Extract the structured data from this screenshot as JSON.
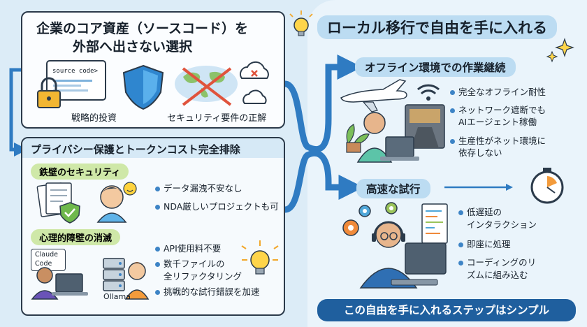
{
  "header": {
    "title": "ローカル移行で自由を手に入れる"
  },
  "core_assets": {
    "title_line1": "企業のコア資産（ソースコード）を",
    "title_line2": "外部へ出さない選択",
    "code_window_text": "source code>",
    "label_left": "戦略的投資",
    "label_right": "セキュリティ要件の正解"
  },
  "privacy": {
    "title": "プライバシー保護とトークンコスト完全排除",
    "security": {
      "label": "鉄壁のセキュリティ",
      "bullets": [
        "データ漏洩不安なし",
        "NDA厳しいプロジェクトも可"
      ]
    },
    "psych": {
      "label": "心理的障壁の消滅",
      "bullets": [
        "API使用料不要",
        "数千ファイルの",
        "全リファクタリング",
        "挑戦的な試行錯誤を加速"
      ],
      "tag_claude_1": "Claude",
      "tag_claude_2": "Code",
      "tag_ollama": "Ollama"
    }
  },
  "offline": {
    "title": "オフライン環境での作業継続",
    "bullets": [
      "完全なオフライン耐性",
      "ネットワーク遮断でも",
      "AIエージェント稼働",
      "生産性がネット環境に",
      "依存しない"
    ]
  },
  "rapid": {
    "title": "高速な試行",
    "bullets": [
      "低遅延の",
      "インタラクション",
      "即座に処理",
      "コーディングのリ",
      "ズムに組み込む"
    ]
  },
  "footer": {
    "text": "この自由を手に入れるステップはシンプル"
  },
  "colors": {
    "accent": "#3d84c6",
    "pill_blue": "#bcdcf2",
    "pill_green": "#cfe8a8",
    "card_border": "#2b3a4a"
  }
}
